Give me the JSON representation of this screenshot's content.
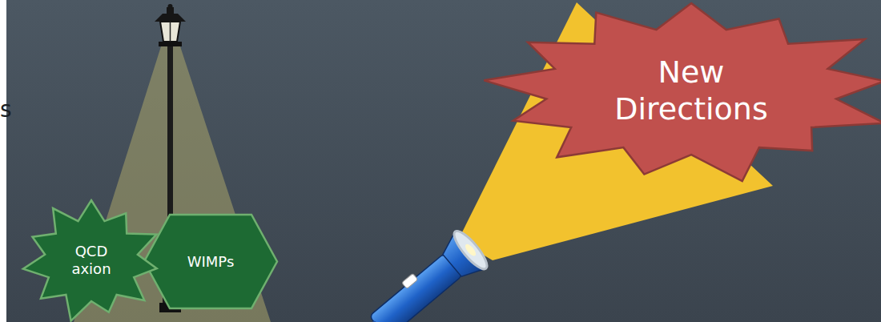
{
  "diagram": {
    "nodes": [
      {
        "text": [
          "QCD axion"
        ]
      },
      {
        "text": [
          "WIMPs"
        ]
      },
      {
        "text": [
          "New Directions"
        ]
      }
    ],
    "labels": [
      "s"
    ]
  }
}
